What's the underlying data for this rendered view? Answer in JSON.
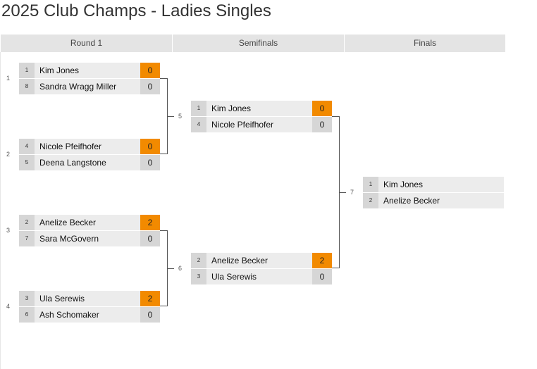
{
  "title": "2025 Club Champs - Ladies Singles",
  "rounds": [
    "Round 1",
    "Semifinals",
    "Finals"
  ],
  "matches": [
    {
      "number": "1",
      "players": [
        {
          "seed": "1",
          "name": "Kim Jones",
          "score": "0",
          "win": true
        },
        {
          "seed": "8",
          "name": "Sandra Wragg Miller",
          "score": "0",
          "win": false
        }
      ]
    },
    {
      "number": "2",
      "players": [
        {
          "seed": "4",
          "name": "Nicole Pfeifhofer",
          "score": "0",
          "win": true
        },
        {
          "seed": "5",
          "name": "Deena Langstone",
          "score": "0",
          "win": false
        }
      ]
    },
    {
      "number": "3",
      "players": [
        {
          "seed": "2",
          "name": "Anelize Becker",
          "score": "2",
          "win": true
        },
        {
          "seed": "7",
          "name": "Sara McGovern",
          "score": "0",
          "win": false
        }
      ]
    },
    {
      "number": "4",
      "players": [
        {
          "seed": "3",
          "name": "Ula Serewis",
          "score": "2",
          "win": true
        },
        {
          "seed": "6",
          "name": "Ash Schomaker",
          "score": "0",
          "win": false
        }
      ]
    },
    {
      "number": "5",
      "players": [
        {
          "seed": "1",
          "name": "Kim Jones",
          "score": "0",
          "win": true
        },
        {
          "seed": "4",
          "name": "Nicole Pfeifhofer",
          "score": "0",
          "win": false
        }
      ]
    },
    {
      "number": "6",
      "players": [
        {
          "seed": "2",
          "name": "Anelize Becker",
          "score": "2",
          "win": true
        },
        {
          "seed": "3",
          "name": "Ula Serewis",
          "score": "0",
          "win": false
        }
      ]
    },
    {
      "number": "7",
      "players": [
        {
          "seed": "1",
          "name": "Kim Jones",
          "score": "",
          "win": false
        },
        {
          "seed": "2",
          "name": "Anelize Becker",
          "score": "",
          "win": false
        }
      ]
    }
  ],
  "colors": {
    "winner_score": "#f28a00",
    "header_bg": "#e4e4e4",
    "slot_bg": "#ececec",
    "seed_bg": "#d6d6d6"
  }
}
